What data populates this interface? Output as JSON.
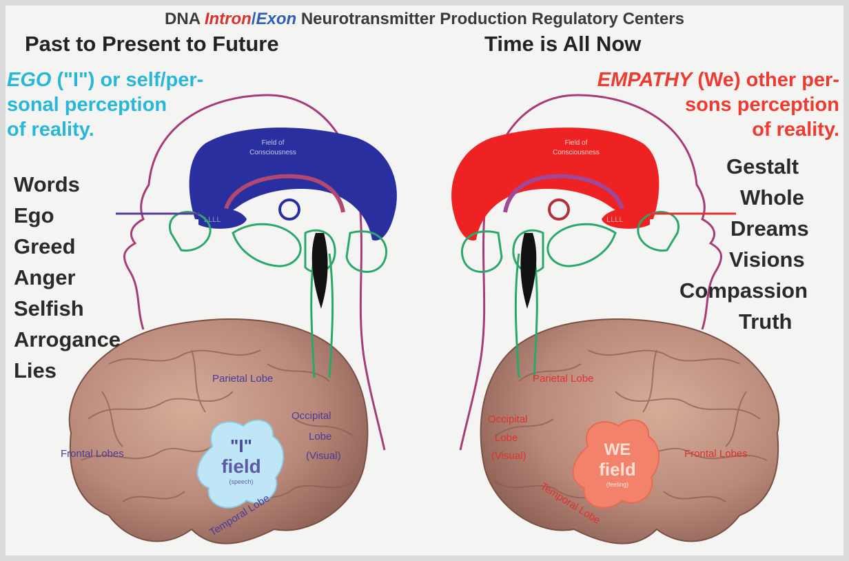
{
  "title": {
    "prefix": "DNA ",
    "intron": "Intron",
    "slash": "/",
    "exon": "Exon",
    "suffix": " Neurotransmitter Production Regulatory Centers"
  },
  "left": {
    "heading": "Past to Present to Future",
    "ego_line1_em": "EGO",
    "ego_line1_rest": " (\"I\") or self/per-",
    "ego_line2": "sonal perception",
    "ego_line3": "of reality.",
    "words": [
      "Words",
      "Ego",
      "Greed",
      "Anger",
      "Selfish",
      "Arrogance",
      "Lies"
    ],
    "field_label_1": "Field of",
    "field_label_2": "Consciousness",
    "lobes": {
      "parietal": "Parietal Lobe",
      "occipital_1": "Occipital",
      "occipital_2": "Lobe",
      "occipital_3": "(Visual)",
      "frontal": "Frontal Lobes",
      "temporal": "Temporal Lobe"
    },
    "center_1": "\"I\"",
    "center_2": "field",
    "center_3": "(speech)"
  },
  "right": {
    "heading": "Time is All Now",
    "emp_line1_em": "EMPATHY",
    "emp_line1_rest": " (We) other per-",
    "emp_line2": "sons perception",
    "emp_line3": "of reality.",
    "words": [
      "Gestalt",
      "Whole",
      "Dreams",
      "Visions",
      "Compassion",
      "Truth"
    ],
    "field_label_1": "Field of",
    "field_label_2": "Consciousness",
    "lobes": {
      "parietal": "Parietal Lobe",
      "occipital_1": "Occipital",
      "occipital_2": "Lobe",
      "occipital_3": "(Visual)",
      "frontal": "Frontal Lobes",
      "temporal": "Temporal Lobe"
    },
    "center_1": "WE",
    "center_2": "field",
    "center_3": "(feeling)"
  },
  "colors": {
    "ego": "#28b7d8",
    "empathy": "#ee3a30",
    "left_field": "#2a2fa0",
    "right_field": "#ee2222",
    "head_outline": "#a83a78",
    "limbic": "#2aa86a",
    "brain": "#b98e7c"
  }
}
